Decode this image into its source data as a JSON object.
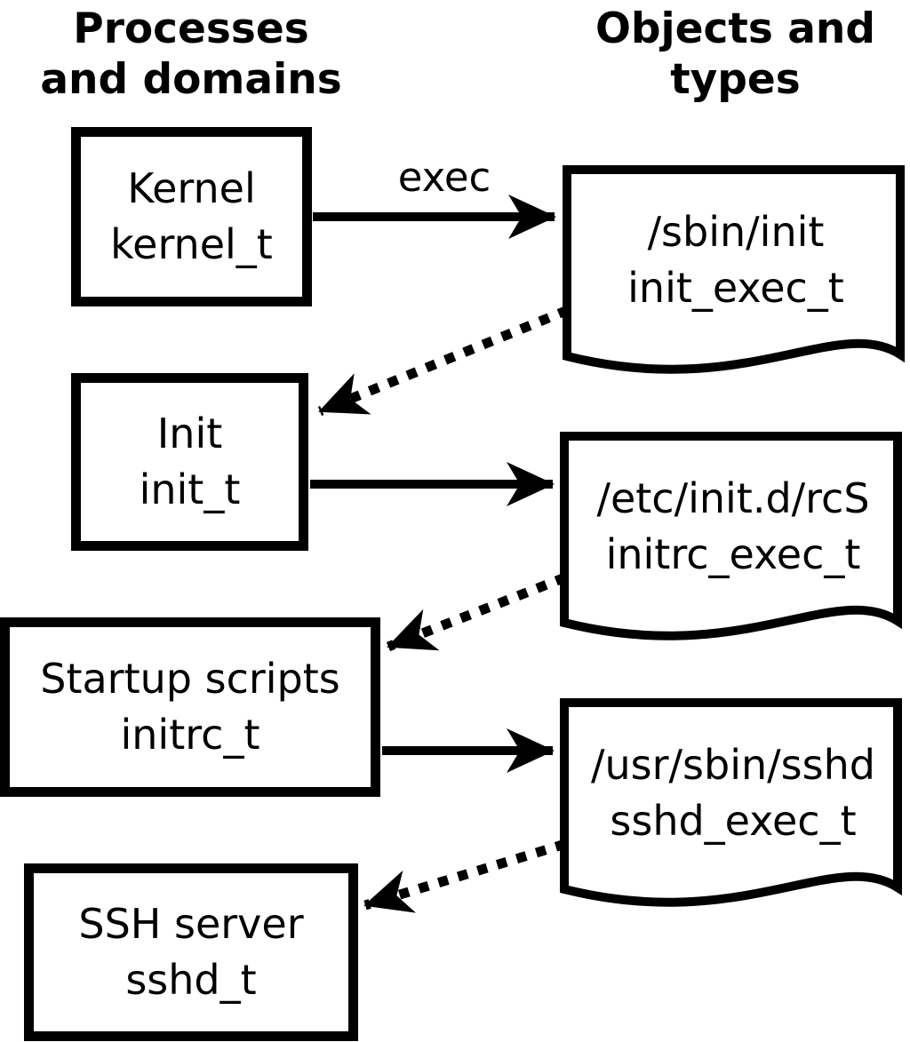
{
  "colors": {
    "ink": "#000000",
    "background": "#ffffff"
  },
  "headers": {
    "left": {
      "line1": "Processes",
      "line2": "and domains"
    },
    "right": {
      "line1": "Objects and",
      "line2": "types"
    }
  },
  "labels": {
    "exec": "exec"
  },
  "processes": [
    {
      "name": "Kernel",
      "domain": "kernel_t"
    },
    {
      "name": "Init",
      "domain": "init_t"
    },
    {
      "name": "Startup scripts",
      "domain": "initrc_t"
    },
    {
      "name": "SSH server",
      "domain": "sshd_t"
    }
  ],
  "objects": [
    {
      "path": "/sbin/init",
      "type": "init_exec_t"
    },
    {
      "path": "/etc/init.d/rcS",
      "type": "initrc_exec_t"
    },
    {
      "path": "/usr/sbin/sshd",
      "type": "sshd_exec_t"
    }
  ],
  "edges": [
    {
      "from": "kernel_t",
      "to": "init_exec_t",
      "style": "solid",
      "label": "exec"
    },
    {
      "from": "init_exec_t",
      "to": "init_t",
      "style": "dotted",
      "label": ""
    },
    {
      "from": "init_t",
      "to": "initrc_exec_t",
      "style": "solid",
      "label": ""
    },
    {
      "from": "initrc_exec_t",
      "to": "initrc_t",
      "style": "dotted",
      "label": ""
    },
    {
      "from": "initrc_t",
      "to": "sshd_exec_t",
      "style": "solid",
      "label": ""
    },
    {
      "from": "sshd_exec_t",
      "to": "sshd_t",
      "style": "dotted",
      "label": ""
    }
  ]
}
